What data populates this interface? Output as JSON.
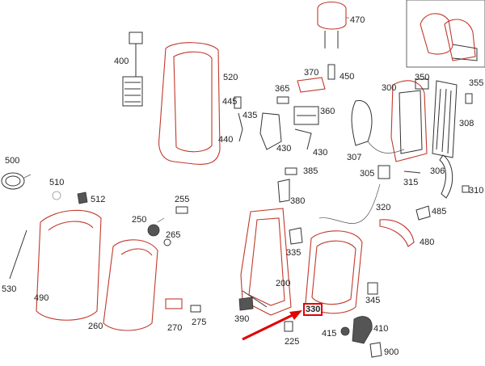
{
  "diagram": {
    "labels": [
      {
        "id": "470",
        "text": "470"
      },
      {
        "id": "400",
        "text": "400"
      },
      {
        "id": "520",
        "text": "520"
      },
      {
        "id": "370",
        "text": "370"
      },
      {
        "id": "450",
        "text": "450"
      },
      {
        "id": "350",
        "text": "350"
      },
      {
        "id": "355",
        "text": "355"
      },
      {
        "id": "365",
        "text": "365"
      },
      {
        "id": "300",
        "text": "300"
      },
      {
        "id": "445",
        "text": "445"
      },
      {
        "id": "435",
        "text": "435"
      },
      {
        "id": "360",
        "text": "360"
      },
      {
        "id": "308",
        "text": "308"
      },
      {
        "id": "440",
        "text": "440"
      },
      {
        "id": "430a",
        "text": "430"
      },
      {
        "id": "430b",
        "text": "430"
      },
      {
        "id": "307",
        "text": "307"
      },
      {
        "id": "500",
        "text": "500"
      },
      {
        "id": "385",
        "text": "385"
      },
      {
        "id": "305",
        "text": "305"
      },
      {
        "id": "306",
        "text": "306"
      },
      {
        "id": "510",
        "text": "510"
      },
      {
        "id": "315",
        "text": "315"
      },
      {
        "id": "310",
        "text": "310"
      },
      {
        "id": "512",
        "text": "512"
      },
      {
        "id": "255",
        "text": "255"
      },
      {
        "id": "380",
        "text": "380"
      },
      {
        "id": "320",
        "text": "320"
      },
      {
        "id": "485",
        "text": "485"
      },
      {
        "id": "250",
        "text": "250"
      },
      {
        "id": "265",
        "text": "265"
      },
      {
        "id": "480",
        "text": "480"
      },
      {
        "id": "335",
        "text": "335"
      },
      {
        "id": "530",
        "text": "530"
      },
      {
        "id": "490",
        "text": "490"
      },
      {
        "id": "200",
        "text": "200"
      },
      {
        "id": "345",
        "text": "345"
      },
      {
        "id": "330",
        "text": "330"
      },
      {
        "id": "390",
        "text": "390"
      },
      {
        "id": "260",
        "text": "260"
      },
      {
        "id": "270",
        "text": "270"
      },
      {
        "id": "275",
        "text": "275"
      },
      {
        "id": "415",
        "text": "415"
      },
      {
        "id": "410",
        "text": "410"
      },
      {
        "id": "225",
        "text": "225"
      },
      {
        "id": "900",
        "text": "900"
      }
    ],
    "highlight": "330",
    "colors": {
      "part_stroke": "#c0392b",
      "highlight": "#e00000",
      "arrow": "#e00000"
    }
  }
}
